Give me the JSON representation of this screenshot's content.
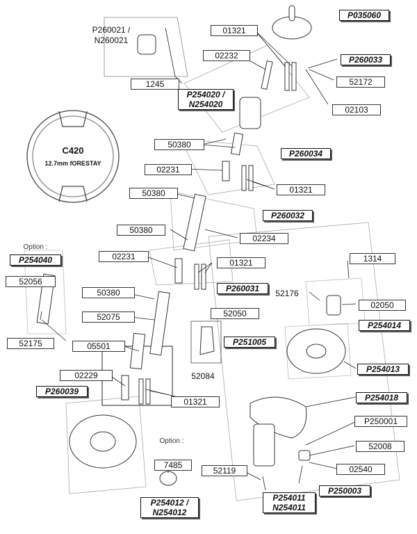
{
  "labels": {
    "p260021": "P260021 /\nN260021",
    "p035060": "P035060",
    "l01321_a": "01321",
    "l02232": "02232",
    "p260033": "P260033",
    "l52172": "52172",
    "l1245": "1245",
    "p254020": "P254020 /\nN254020",
    "l02103": "02103",
    "c420_title": "C420",
    "c420_sub": "12.7mm fORESTAY",
    "l50380_a": "50380",
    "p260034": "P260034",
    "l02231_a": "02231",
    "l01321_b": "01321",
    "l50380_b": "50380",
    "p260032": "P260032",
    "l50380_c": "50380",
    "l02234": "02234",
    "option_1": "Option :",
    "p254040": "P254040",
    "l02231_b": "02231",
    "l01321_c": "01321",
    "l1314": "1314",
    "l52056": "52056",
    "l50380_d": "50380",
    "p260031": "P260031",
    "l52176": "52176",
    "l02050": "02050",
    "l52075": "52075",
    "l52050": "52050",
    "p254014": "P254014",
    "l52175": "52175",
    "p251005": "P251005",
    "l05501": "05501",
    "p254013": "P254013",
    "l52084": "52084",
    "l02229": "02229",
    "p260039": "P260039",
    "l01321_d": "01321",
    "p254018": "P254018",
    "p250001": "P250001",
    "option_2": "Option :",
    "l52008": "52008",
    "l7485": "7485",
    "l52119": "52119",
    "l02540": "02540",
    "p254011": "P254011\nN254011",
    "p250003": "P250003",
    "p254012": "P254012 /\nN254012"
  }
}
